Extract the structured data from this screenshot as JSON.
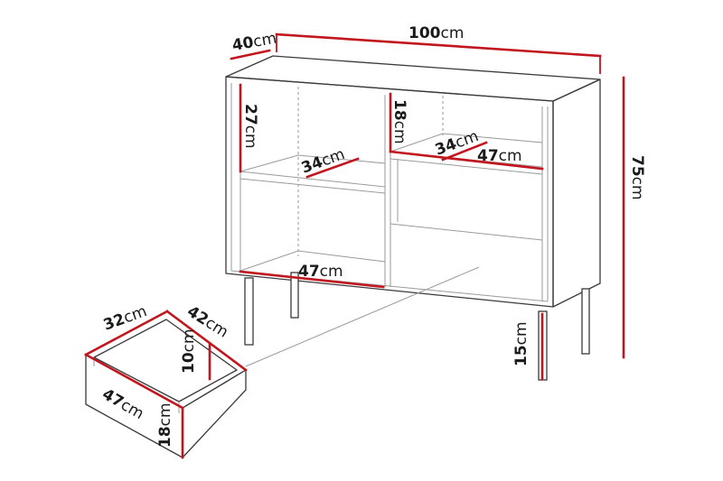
{
  "dimensions": {
    "depth": {
      "value": "40",
      "unit": "cm"
    },
    "width": {
      "value": "100",
      "unit": "cm"
    },
    "height": {
      "value": "75",
      "unit": "cm"
    },
    "shelf_height": {
      "value": "27",
      "unit": "cm"
    },
    "shelf_depth": {
      "value": "34",
      "unit": "cm"
    },
    "bottom_width": {
      "value": "47",
      "unit": "cm"
    },
    "drawer_space_height": {
      "value": "18",
      "unit": "cm"
    },
    "drawer_space_depth": {
      "value": "34",
      "unit": "cm"
    },
    "drawer_space_width": {
      "value": "47",
      "unit": "cm"
    },
    "leg_height": {
      "value": "15",
      "unit": "cm"
    },
    "drawer_depth": {
      "value": "32",
      "unit": "cm"
    },
    "drawer_length": {
      "value": "42",
      "unit": "cm"
    },
    "drawer_inner_height": {
      "value": "10",
      "unit": "cm"
    },
    "drawer_front_width": {
      "value": "47",
      "unit": "cm"
    },
    "drawer_front_height": {
      "value": "18",
      "unit": "cm"
    }
  },
  "colors": {
    "dimension_line": "#c2161f",
    "outline": "#3a3a3a",
    "text": "#1a1a1a"
  }
}
